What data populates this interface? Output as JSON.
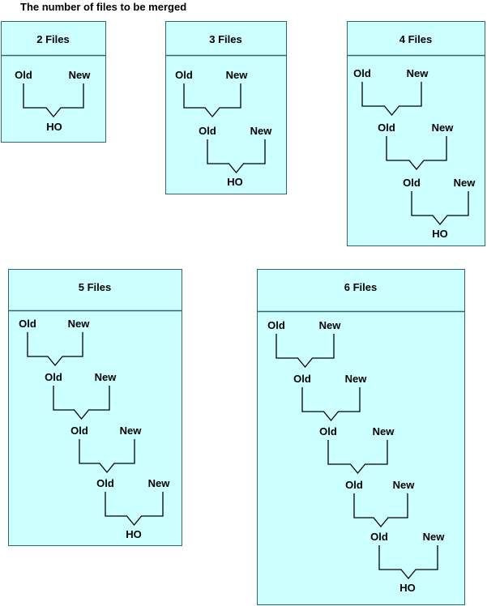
{
  "title": "The number of files to be merged",
  "labels": {
    "old": "Old",
    "new": "New",
    "result": "HO"
  },
  "panels": [
    {
      "title": "2 Files",
      "merges": 1
    },
    {
      "title": "3 Files",
      "merges": 2
    },
    {
      "title": "4 Files",
      "merges": 3
    },
    {
      "title": "5 Files",
      "merges": 4
    },
    {
      "title": "6 Files",
      "merges": 5
    }
  ],
  "colors": {
    "fill": "#ccffff",
    "border": "#336666",
    "line": "#000000"
  }
}
